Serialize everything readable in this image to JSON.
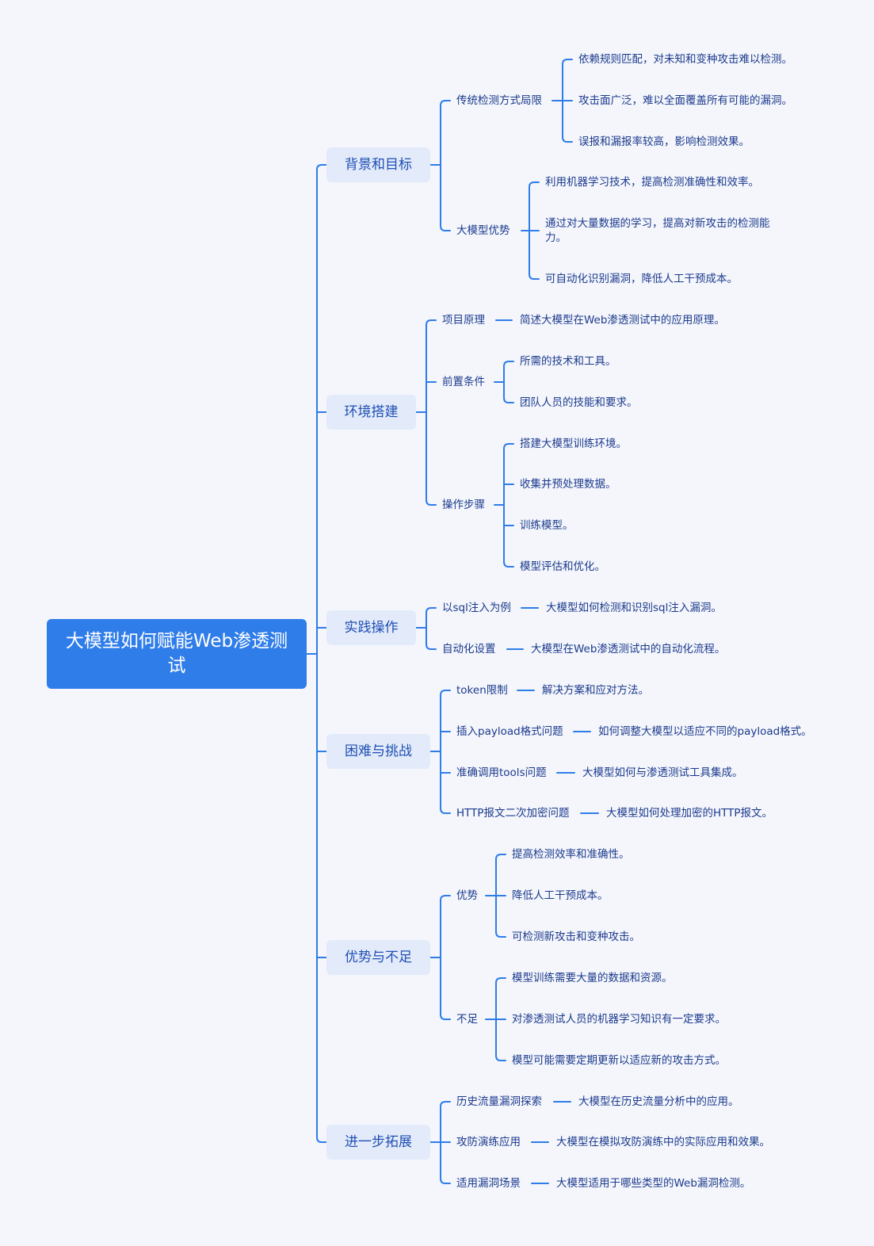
{
  "root": {
    "title": "大模型如何赋能Web渗透测试"
  },
  "colors": {
    "line": "#2f7de9",
    "root_bg": "#2f7de9",
    "branch_bg": "#e3ebfa",
    "text": "#1c3a8c"
  },
  "branches": [
    {
      "label": "背景和目标",
      "children": [
        {
          "label": "传统检测方式局限",
          "children": [
            {
              "label": "依赖规则匹配，对未知和变种攻击难以检测。"
            },
            {
              "label": "攻击面广泛，难以全面覆盖所有可能的漏洞。"
            },
            {
              "label": "误报和漏报率较高，影响检测效果。"
            }
          ]
        },
        {
          "label": "大模型优势",
          "children": [
            {
              "label": "利用机器学习技术，提高检测准确性和效率。"
            },
            {
              "label": "通过对大量数据的学习，提高对新攻击的检测能力。"
            },
            {
              "label": "可自动化识别漏洞，降低人工干预成本。"
            }
          ]
        }
      ]
    },
    {
      "label": "环境搭建",
      "children": [
        {
          "label": "项目原理",
          "children": [
            {
              "label": "简述大模型在Web渗透测试中的应用原理。"
            }
          ]
        },
        {
          "label": "前置条件",
          "children": [
            {
              "label": "所需的技术和工具。"
            },
            {
              "label": "团队人员的技能和要求。"
            }
          ]
        },
        {
          "label": "操作步骤",
          "children": [
            {
              "label": "搭建大模型训练环境。"
            },
            {
              "label": "收集并预处理数据。"
            },
            {
              "label": "训练模型。"
            },
            {
              "label": "模型评估和优化。"
            }
          ]
        }
      ]
    },
    {
      "label": "实践操作",
      "children": [
        {
          "label": "以sql注入为例",
          "children": [
            {
              "label": "大模型如何检测和识别sql注入漏洞。"
            }
          ]
        },
        {
          "label": "自动化设置",
          "children": [
            {
              "label": "大模型在Web渗透测试中的自动化流程。"
            }
          ]
        }
      ]
    },
    {
      "label": "困难与挑战",
      "children": [
        {
          "label": "token限制",
          "children": [
            {
              "label": "解决方案和应对方法。"
            }
          ]
        },
        {
          "label": "插入payload格式问题",
          "children": [
            {
              "label": "如何调整大模型以适应不同的payload格式。"
            }
          ]
        },
        {
          "label": "准确调用tools问题",
          "children": [
            {
              "label": "大模型如何与渗透测试工具集成。"
            }
          ]
        },
        {
          "label": "HTTP报文二次加密问题",
          "children": [
            {
              "label": "大模型如何处理加密的HTTP报文。"
            }
          ]
        }
      ]
    },
    {
      "label": "优势与不足",
      "children": [
        {
          "label": "优势",
          "children": [
            {
              "label": "提高检测效率和准确性。"
            },
            {
              "label": "降低人工干预成本。"
            },
            {
              "label": "可检测新攻击和变种攻击。"
            }
          ]
        },
        {
          "label": "不足",
          "children": [
            {
              "label": "模型训练需要大量的数据和资源。"
            },
            {
              "label": "对渗透测试人员的机器学习知识有一定要求。"
            },
            {
              "label": "模型可能需要定期更新以适应新的攻击方式。"
            }
          ]
        }
      ]
    },
    {
      "label": "进一步拓展",
      "children": [
        {
          "label": "历史流量漏洞探索",
          "children": [
            {
              "label": "大模型在历史流量分析中的应用。"
            }
          ]
        },
        {
          "label": "攻防演练应用",
          "children": [
            {
              "label": "大模型在模拟攻防演练中的实际应用和效果。"
            }
          ]
        },
        {
          "label": "适用漏洞场景",
          "children": [
            {
              "label": "大模型适用于哪些类型的Web漏洞检测。"
            }
          ]
        }
      ]
    }
  ]
}
